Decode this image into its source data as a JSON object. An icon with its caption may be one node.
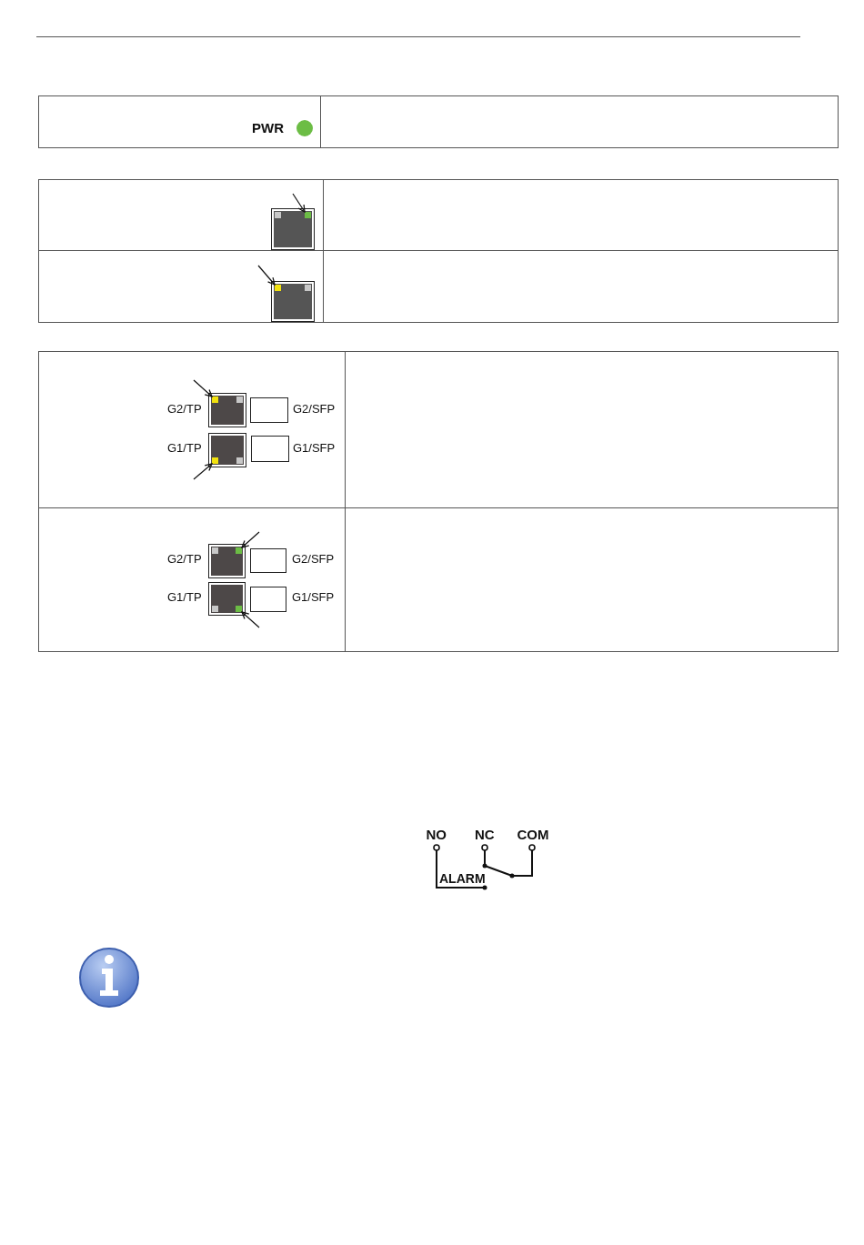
{
  "diagram": {
    "nodes": [
      {
        "text": [],
        "shape": "box"
      },
      {
        "text": [],
        "shape": "box"
      },
      {
        "text": [],
        "shape": "box"
      },
      {
        "text": [],
        "shape": "box"
      },
      {
        "text": [],
        "shape": "box"
      },
      {
        "text": [],
        "shape": "box"
      }
    ],
    "edges": [
      {
        "from": null,
        "to": 0,
        "arrow": "to"
      },
      {
        "from": null,
        "to": 1,
        "arrow": "to"
      },
      {
        "from": null,
        "to": 2,
        "arrow": "to"
      },
      {
        "from": null,
        "to": 3,
        "arrow": "to"
      },
      {
        "from": null,
        "to": 4,
        "arrow": "to"
      },
      {
        "from": null,
        "to": 5,
        "arrow": "to"
      }
    ],
    "labels": [
      "PWR",
      "G2/TP",
      "G2/SFP",
      "G1/TP",
      "G1/SFP",
      "G2/TP",
      "G2/SFP",
      "G1/TP",
      "G1/SFP",
      "NO",
      "NC",
      "COM",
      "ALARM"
    ]
  }
}
